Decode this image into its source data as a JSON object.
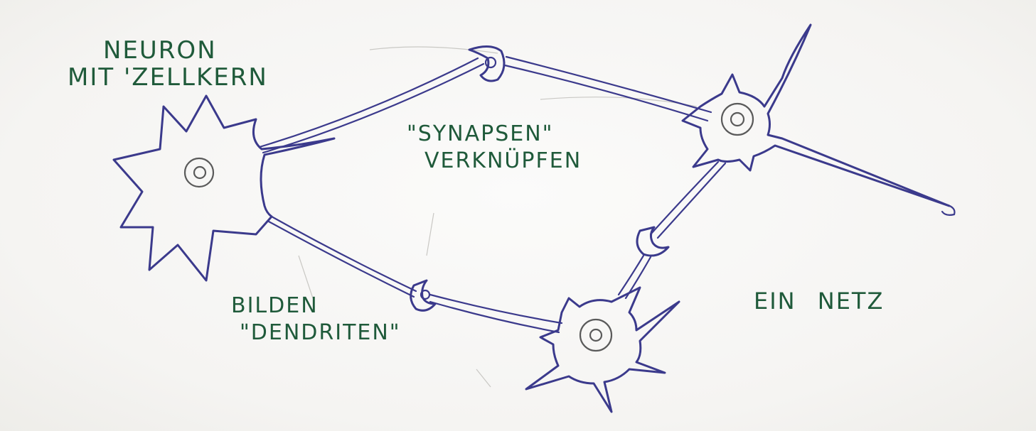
{
  "colors": {
    "paper": "#f4f3f1",
    "ink_blue": "#3b3a8c",
    "label_green": "#1f5a3a",
    "nucleus_gray": "#5a5a5a"
  },
  "labels": {
    "neuron": {
      "line1": "NEURON",
      "line2": "MIT 'ZELLKERN"
    },
    "synapsen": {
      "line1": "\"SYNAPSEN\"",
      "line2": "VERKNÜPFEN"
    },
    "dendriten": {
      "line1": "BILDEN",
      "line2": "\"DENDRITEN\""
    },
    "netz": {
      "line1": "EIN NETZ"
    }
  }
}
